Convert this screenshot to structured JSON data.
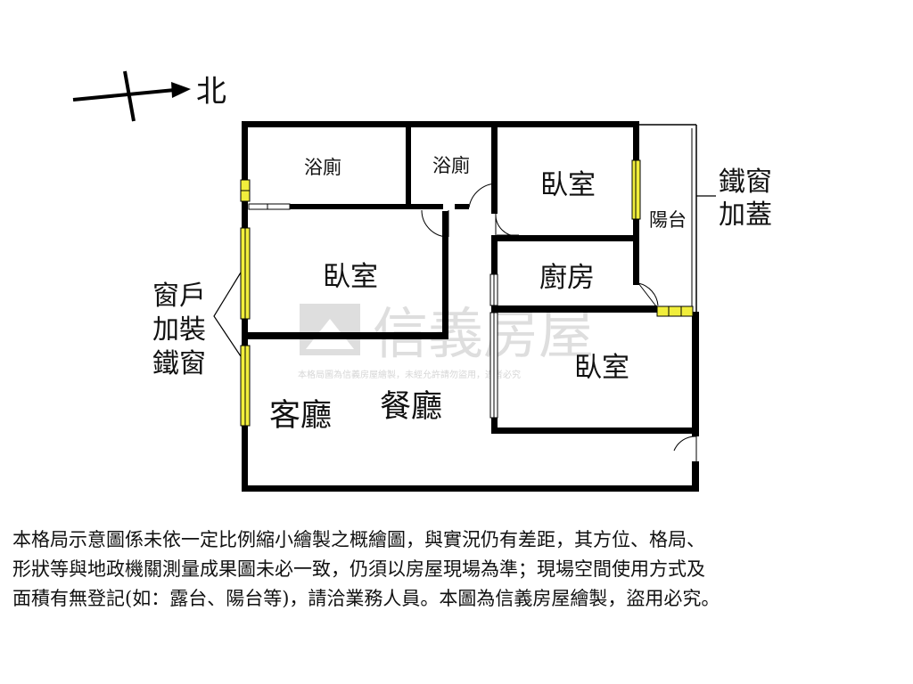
{
  "compass": {
    "label": "北"
  },
  "rooms": {
    "bath_1": "浴廁",
    "bath_2": "浴廁",
    "bedroom_ne": "臥室",
    "balcony": "陽台",
    "bedroom_mid": "臥室",
    "kitchen": "廚房",
    "bedroom_se": "臥室",
    "living_room": "客廳",
    "dining_room": "餐廳"
  },
  "annotations": {
    "window_note": [
      "窗戶",
      "加裝",
      "鐵窗"
    ],
    "balcony_note": [
      "鐵窗",
      "加蓋"
    ]
  },
  "watermark": {
    "brand": "信義房屋",
    "fine_print": "本格局圖為信義房屋繪製，未經允許請勿盜用，違者必究"
  },
  "disclaimer": [
    "本格局示意圖係未依一定比例縮小繪製之概繪圖，與實況仍有差距，其方位、格局、",
    "形狀等與地政機關測量成果圖未必一致，仍須以房屋現場為準；現場空間使用方式及",
    "面積有無登記(如：露台、陽台等)，請洽業務人員。本圖為信義房屋繪製，盜用必究。"
  ],
  "colors": {
    "wall": "#000000",
    "window_fill": "#f1ee3c",
    "watermark": "#dedede",
    "text": "#111111"
  }
}
